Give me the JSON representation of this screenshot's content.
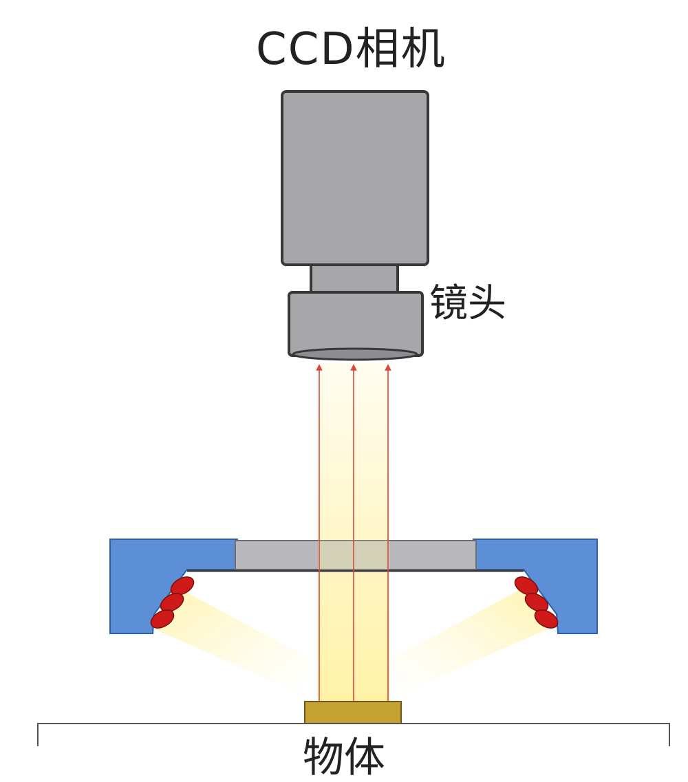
{
  "labels": {
    "camera": "CCD相机",
    "lens": "镜头",
    "object": "物体"
  },
  "colors": {
    "camera_body": "#a7a7aa",
    "camera_outline": "#38383b",
    "ring_light_housing": "#5d8fd6",
    "diffuser_plate": "#b9b9bd",
    "led": "#cf1a1a",
    "light_beam": "#fff6b8",
    "light_ray": "#d8463e",
    "object_block": "#c4a334"
  },
  "icons": {
    "camera": "ccd-camera-icon",
    "lens": "lens-icon",
    "ring_light": "ring-light-icon",
    "led": "led-icon",
    "object": "object-block-icon"
  }
}
